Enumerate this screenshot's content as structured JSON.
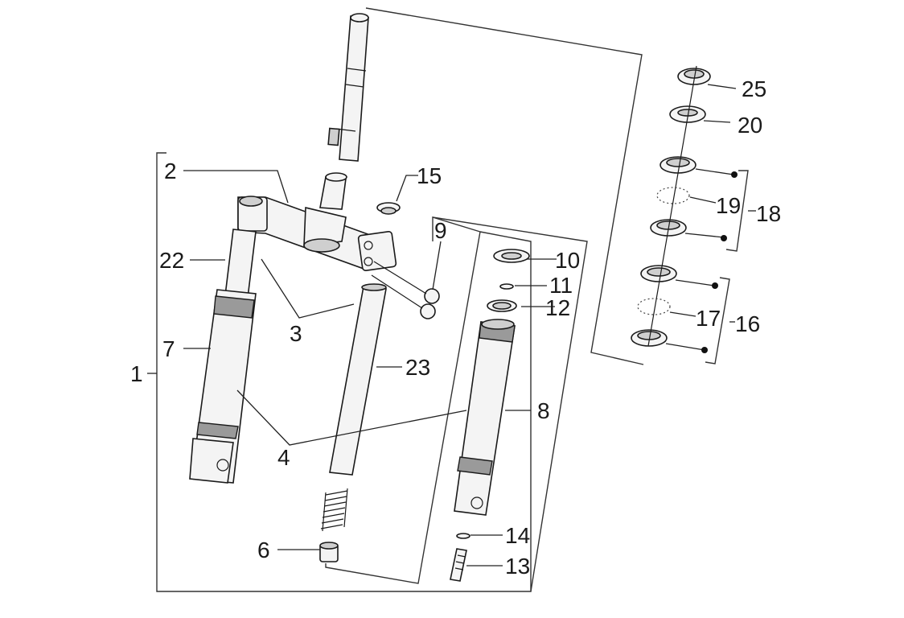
{
  "labels": {
    "p1": "1",
    "p2": "2",
    "p3": "3",
    "p4": "4",
    "p6": "6",
    "p7": "7",
    "p8": "8",
    "p9": "9",
    "p10": "10",
    "p11": "11",
    "p12": "12",
    "p13": "13",
    "p14": "14",
    "p15": "15",
    "p16": "16",
    "p17": "17",
    "p18": "18",
    "p19": "19",
    "p20": "20",
    "p22": "22",
    "p23": "23",
    "p25": "25"
  }
}
